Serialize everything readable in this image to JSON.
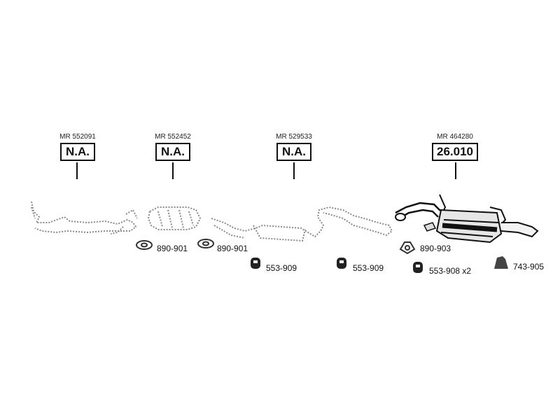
{
  "references": [
    {
      "code": "MR 552091",
      "value": "N.A."
    },
    {
      "code": "MR 552452",
      "value": "N.A."
    },
    {
      "code": "MR 529533",
      "value": "N.A."
    },
    {
      "code": "MR 464280",
      "value": "26.010"
    }
  ],
  "parts": [
    {
      "id": "890-901",
      "label": "890-901"
    },
    {
      "id": "890-901",
      "label": "890-901"
    },
    {
      "id": "553-909",
      "label": "553-909"
    },
    {
      "id": "553-909",
      "label": "553-909"
    },
    {
      "id": "890-903",
      "label": "890-903"
    },
    {
      "id": "553-908",
      "label": "553-908 x2"
    },
    {
      "id": "743-905",
      "label": "743-905"
    }
  ],
  "colors": {
    "line": "#111111",
    "dashed_part": "#888888",
    "muffler_fill": "#d9d9d9",
    "muffler_dark": "#222222",
    "gasket": "#333333"
  }
}
